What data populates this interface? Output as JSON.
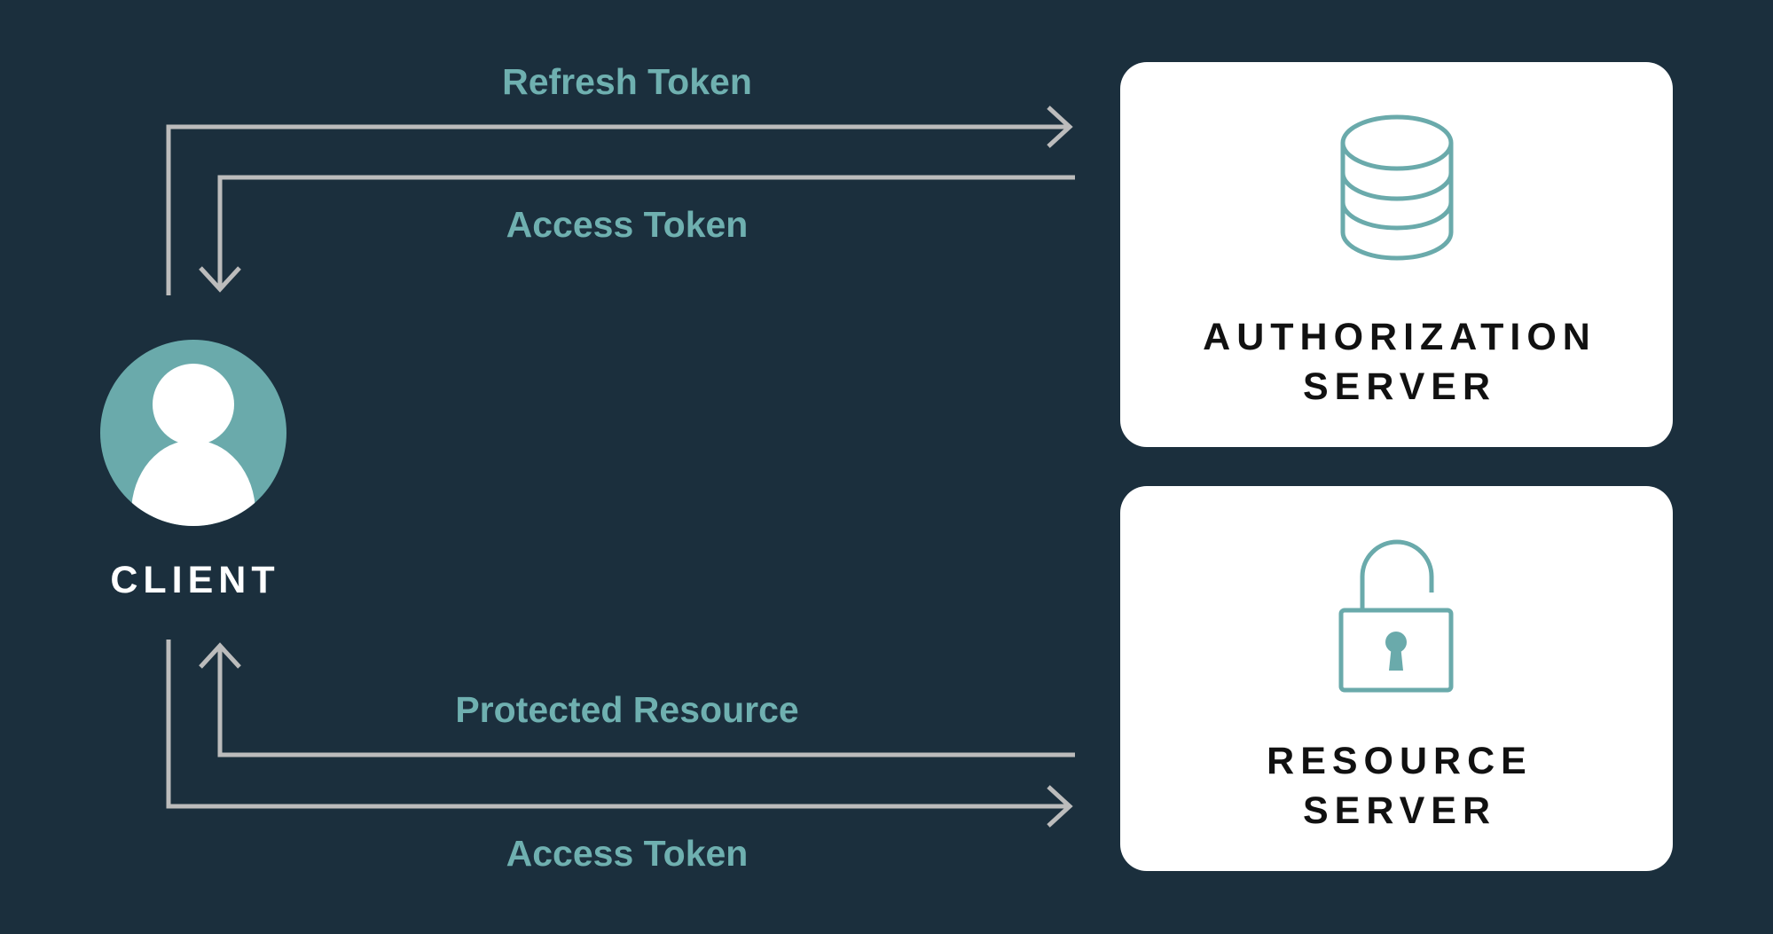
{
  "diagram": {
    "client": {
      "label": "CLIENT",
      "icon": "user-avatar-icon"
    },
    "authorization_server": {
      "line1": "AUTHORIZATION",
      "line2": "SERVER",
      "icon": "database-icon"
    },
    "resource_server": {
      "line1": "RESOURCE",
      "line2": "SERVER",
      "icon": "padlock-icon"
    },
    "flows": {
      "refresh_token": "Refresh Token",
      "access_token_return": "Access Token",
      "protected_resource": "Protected Resource",
      "access_token_send": "Access Token"
    }
  },
  "colors": {
    "background": "#1b2f3d",
    "accent": "#6aaaab",
    "arrow": "#bcbcbc",
    "box": "#ffffff"
  }
}
